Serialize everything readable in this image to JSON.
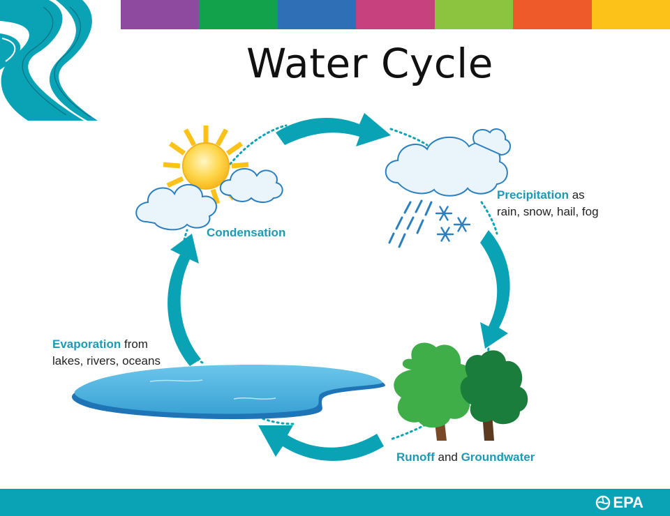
{
  "title": "Water Cycle",
  "labels": {
    "condensation": {
      "key": "Condensation",
      "rest": ""
    },
    "precipitation": {
      "key": "Precipitation",
      "rest": " as",
      "line2": "rain, snow, hail, fog"
    },
    "evaporation": {
      "key": "Evaporation",
      "rest": " from",
      "line2": "lakes, rivers, oceans"
    },
    "runoff": {
      "key": "Runoff",
      "mid": " and ",
      "key2": "Groundwater"
    }
  },
  "footer": {
    "logo_text": "EPA"
  },
  "colors": {
    "stripes": [
      "#8e4a9e",
      "#12a24b",
      "#2e6fb6",
      "#c8417f",
      "#8cc43f",
      "#ee5a2a",
      "#fcc219"
    ],
    "arrow": "#0aa3b5",
    "label_accent": "#1a9bb5",
    "water": "#59b9e0",
    "tree_light": "#3fae49",
    "tree_dark": "#1a7d3c",
    "sun": "#fcc219"
  },
  "icons": [
    "river-logo-icon",
    "sun-icon",
    "cloud-icon",
    "rain-icon",
    "snowflake-icon",
    "tree-icon",
    "lake-icon",
    "arrow-icon",
    "epa-logo-icon"
  ]
}
